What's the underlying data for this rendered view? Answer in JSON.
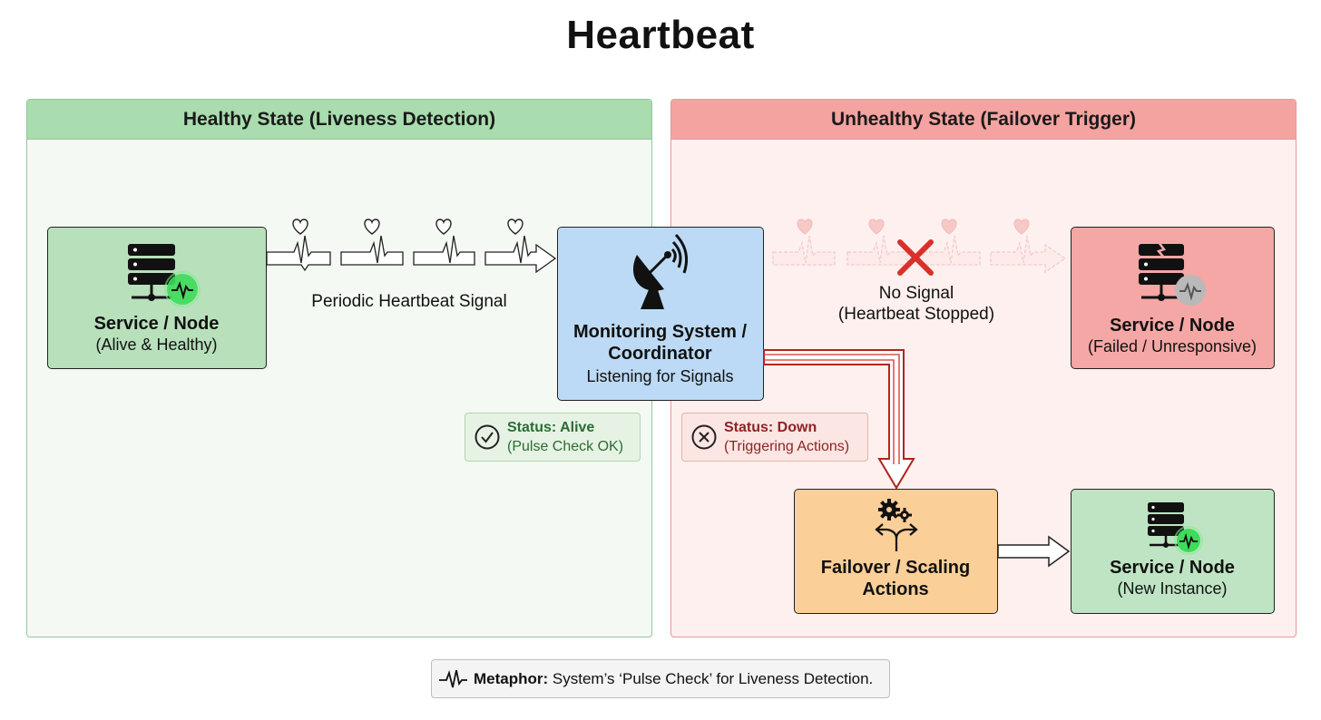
{
  "title": "Heartbeat",
  "healthy_panel": {
    "header": "Healthy State (Liveness Detection)",
    "service": {
      "title": "Service / Node",
      "subtitle": "(Alive & Healthy)"
    },
    "signal_label": "Periodic Heartbeat Signal",
    "status": {
      "label": "Status: Alive",
      "detail": "(Pulse Check OK)"
    }
  },
  "monitor": {
    "title_line1": "Monitoring System /",
    "title_line2": "Coordinator",
    "subtitle": "Listening for Signals"
  },
  "unhealthy_panel": {
    "header": "Unhealthy State (Failover Trigger)",
    "no_signal_line1": "No Signal",
    "no_signal_line2": "(Heartbeat Stopped)",
    "failed_service": {
      "title": "Service / Node",
      "subtitle": "(Failed / Unresponsive)"
    },
    "status": {
      "label": "Status: Down",
      "detail": "(Triggering Actions)"
    },
    "failover": {
      "title_line1": "Failover / Scaling",
      "title_line2": "Actions"
    },
    "new_service": {
      "title": "Service / Node",
      "subtitle": "(New Instance)"
    }
  },
  "footer": {
    "bold": "Metaphor:",
    "text": " System’s ‘Pulse Check’ for Liveness Detection."
  },
  "colors": {
    "healthy_green": "#a9dcae",
    "unhealthy_red": "#f4a3a1",
    "monitor_blue": "#bcdaf5",
    "failover_orange": "#fbcf98",
    "alert_red": "#d9302b",
    "pulse_green": "#3ddc5a"
  },
  "icons": [
    "server-icon",
    "pulse-icon",
    "satellite-dish-icon",
    "heart-icon",
    "x-icon",
    "broken-server-icon",
    "gears-icon",
    "split-arrows-icon",
    "check-circle-icon",
    "x-circle-icon"
  ]
}
